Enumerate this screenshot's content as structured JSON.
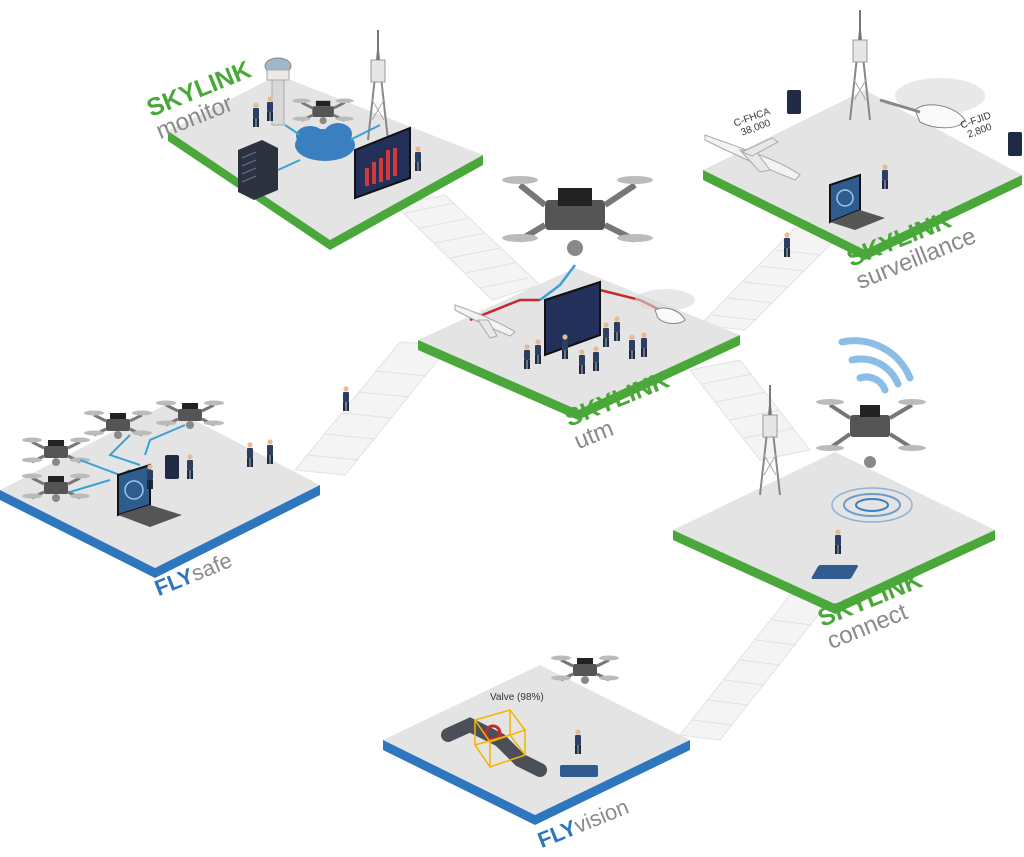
{
  "colors": {
    "skylink_green": "#4aa83a",
    "fly_blue": "#2e76bd",
    "platform_top": "#e4e4e4",
    "platform_side": "#c8c8c8",
    "stairs": "#f2f2f2",
    "wire_red": "#c8282a",
    "wire_blue": "#3aa0d8",
    "subtitle_gray": "#8a8a8a"
  },
  "platforms": {
    "monitor": {
      "brand": "SKYLINK",
      "name": "monitor"
    },
    "utm": {
      "brand": "SKYLINK",
      "name": "utm"
    },
    "surveillance": {
      "brand": "SKYLINK",
      "name": "surveillance"
    },
    "connect": {
      "brand": "SKYLINK",
      "name": "connect"
    },
    "flysafe": {
      "brand": "FLY",
      "name": "safe"
    },
    "flyvision": {
      "brand": "FLY",
      "name": "vision"
    }
  },
  "annotations": {
    "aircraft_1": {
      "callsign": "C-FHCA",
      "altitude": "38,000"
    },
    "aircraft_2": {
      "callsign": "C-FJID",
      "altitude": "2,800"
    },
    "valve": "Valve (98%)"
  },
  "icons": [
    "drone-icon",
    "control-tower-icon",
    "cell-tower-icon",
    "server-rack-icon",
    "cloud-icon",
    "monitor-screen-icon",
    "airplane-icon",
    "helicopter-icon",
    "laptop-radar-icon",
    "tablet-icon",
    "person-icon",
    "wifi-signal-icon",
    "pipe-valve-icon",
    "stairs-icon"
  ]
}
